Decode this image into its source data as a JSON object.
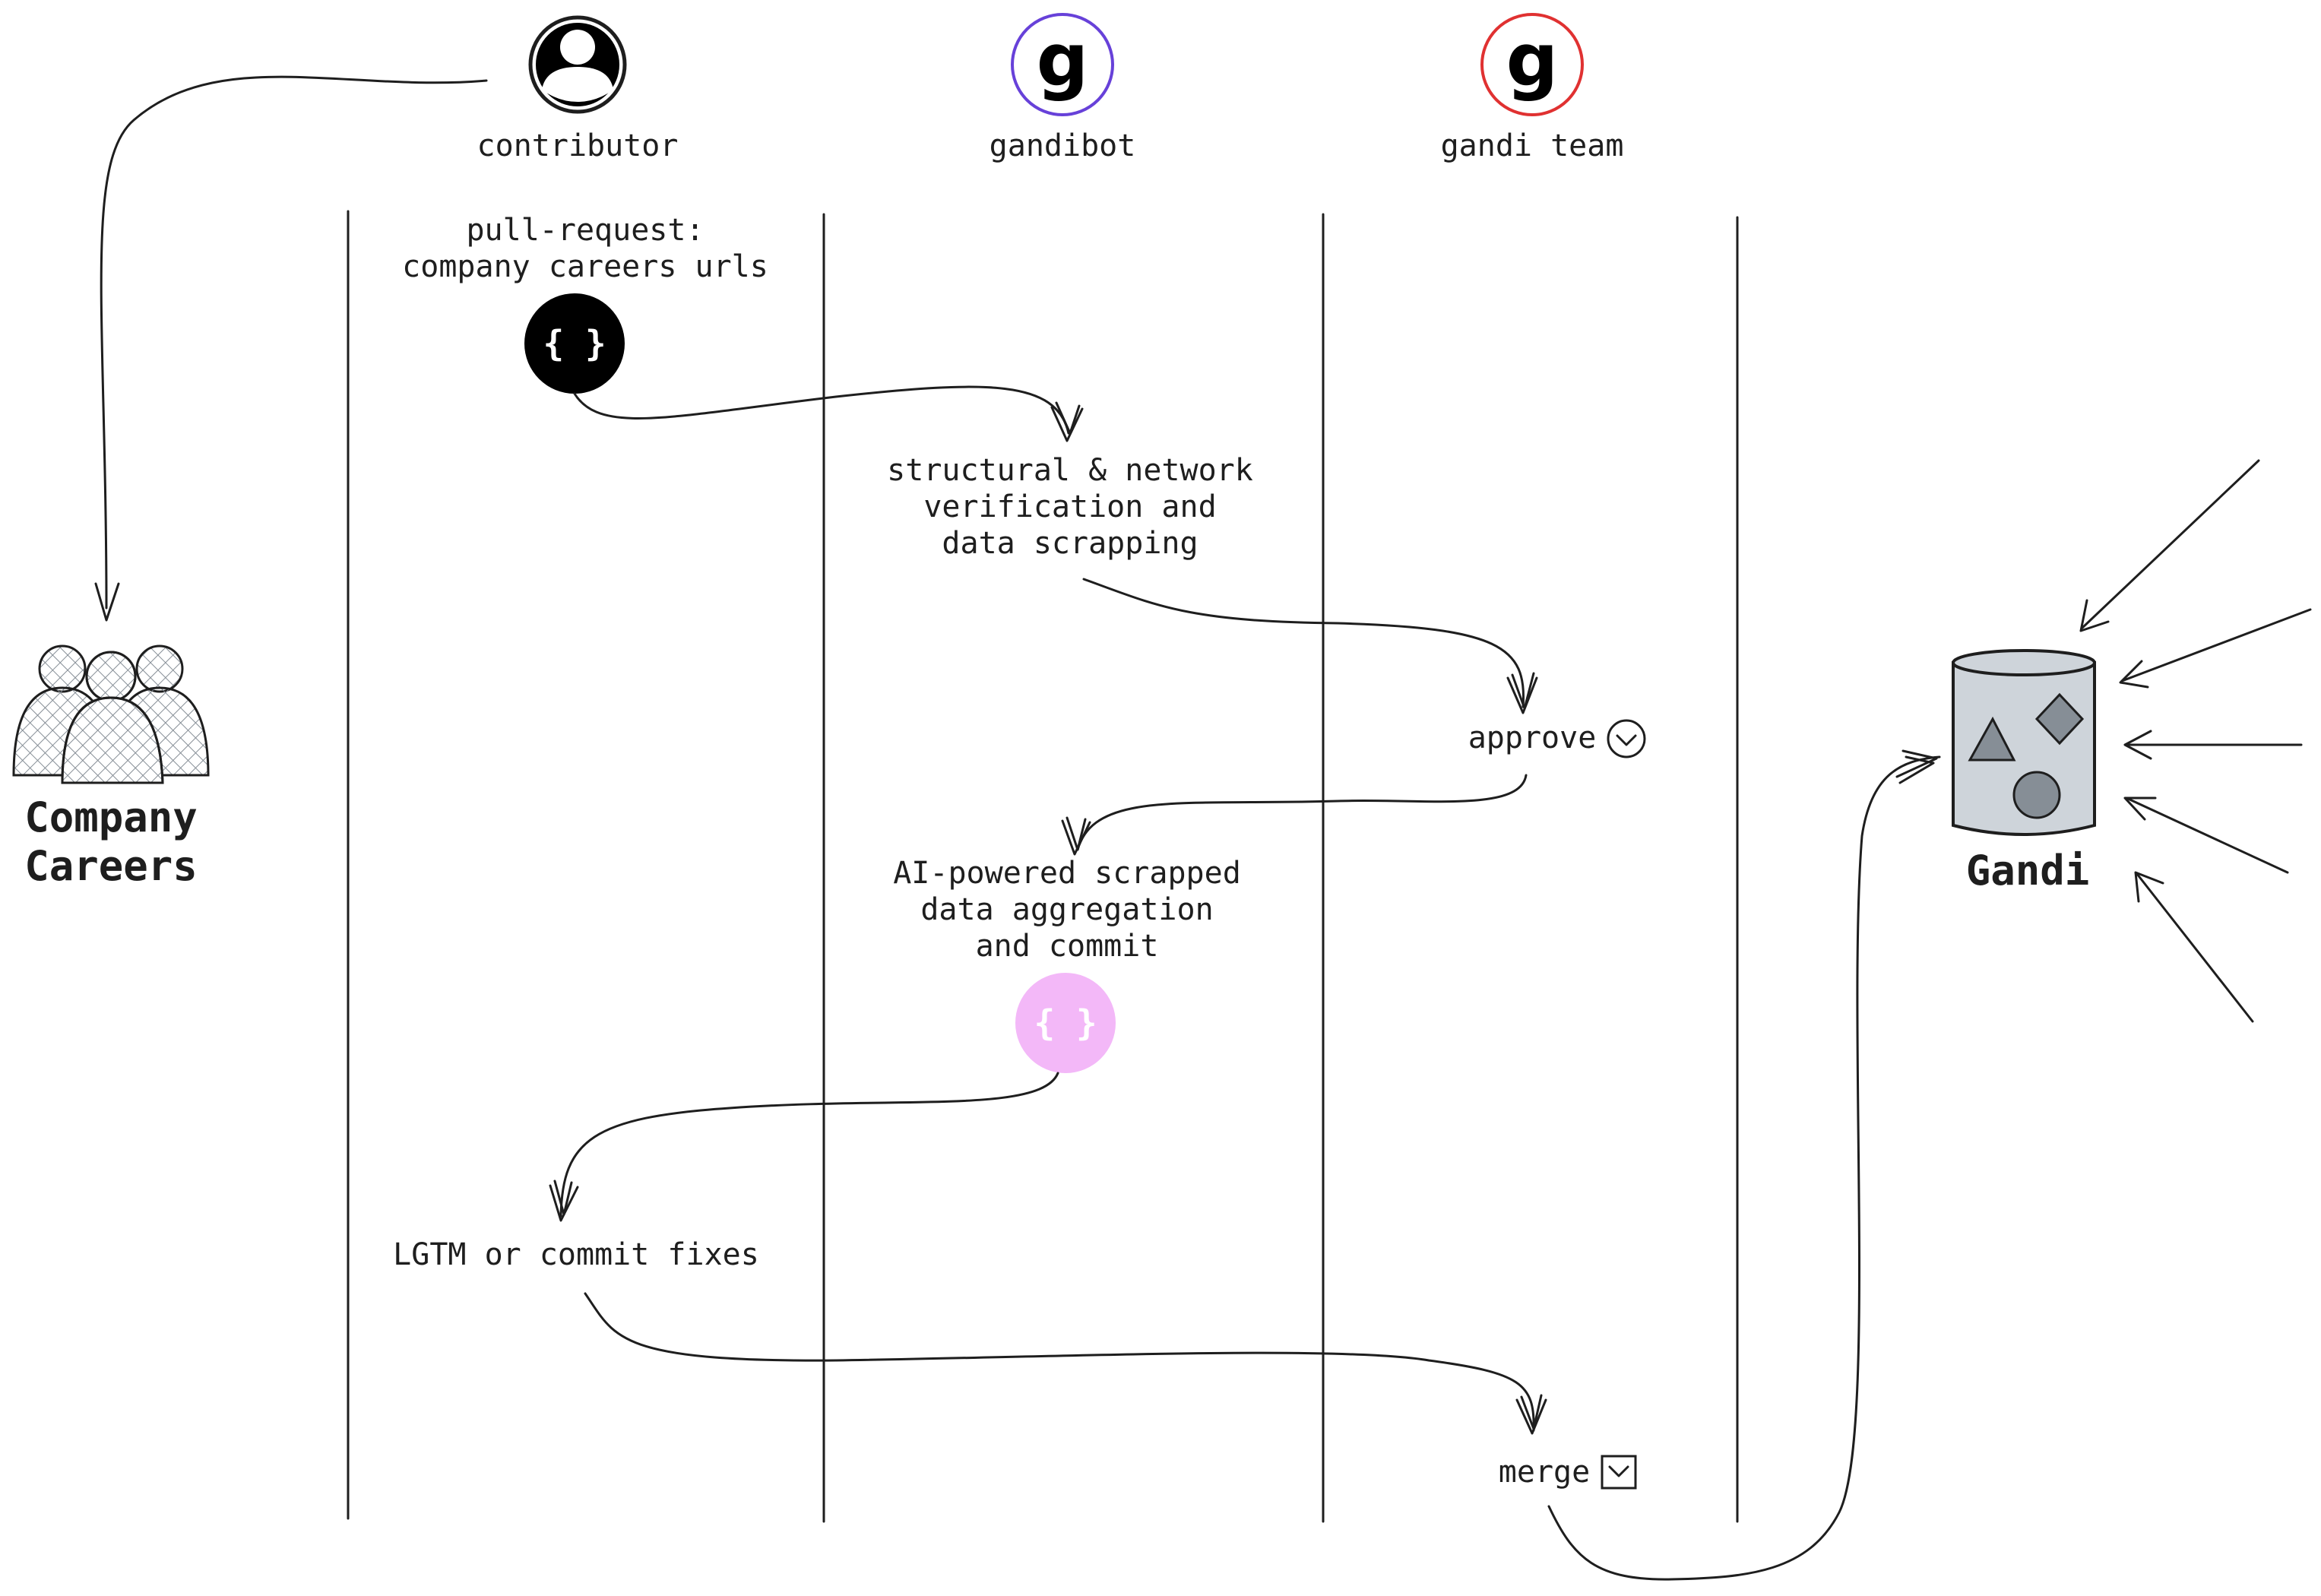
{
  "actors": {
    "contributor": {
      "label": "contributor"
    },
    "gandibot": {
      "label": "gandibot",
      "glyph": "g",
      "ring_color": "#6741d9"
    },
    "gandi_team": {
      "label": "gandi team",
      "glyph": "g",
      "ring_color": "#e03131"
    }
  },
  "steps": {
    "pull_request": {
      "line1": "pull-request:",
      "line2": "company careers urls",
      "icon_glyph": "{ }",
      "icon_bg": "#000000"
    },
    "verification": {
      "line1": "structural & network",
      "line2": "verification and",
      "line3": "data scrapping"
    },
    "approve": {
      "label": "approve"
    },
    "aggregation": {
      "line1": "AI-powered scrapped",
      "line2": "data aggregation",
      "line3": "and commit",
      "icon_glyph": "{ }",
      "icon_bg": "#f3b8f8"
    },
    "lgtm": {
      "label": "LGTM or commit fixes"
    },
    "merge": {
      "label": "merge"
    }
  },
  "company_careers": {
    "line1": "Company",
    "line2": "Careers"
  },
  "gandi": {
    "label": "Gandi",
    "cylinder_color": "#ced4da"
  }
}
